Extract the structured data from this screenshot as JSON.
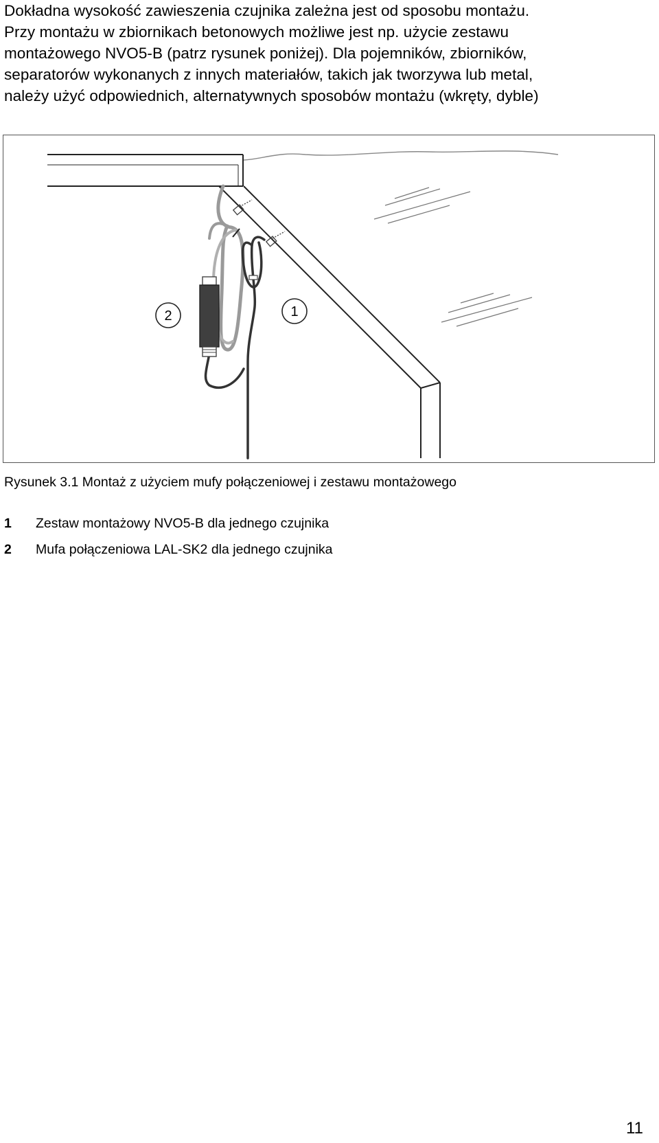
{
  "intro": {
    "lines": [
      "Dokładna wysokość zawieszenia czujnika zależna jest od sposobu montażu.",
      "Przy montażu w zbiornikach betonowych  możliwe jest np. użycie zestawu",
      "montażowego  NVO5-B (patrz rysunek poniżej). Dla pojemników, zbiorników,",
      "separatorów wykonanych z innych materiałów, takich jak tworzywa lub metal,",
      "należy użyć odpowiednich, alternatywnych sposobów montażu (wkręty, dyble)"
    ]
  },
  "figure": {
    "callouts": [
      "2",
      "1"
    ]
  },
  "caption": "Rysunek  3.1 Montaż z użyciem mufy połączeniowej i zestawu montażowego",
  "legend": [
    {
      "num": "1",
      "text": "Zestaw montażowy NVO5-B dla jednego czujnika"
    },
    {
      "num": "2",
      "text": "Mufa połączeniowa  LAL-SK2 dla jednego czujnika"
    }
  ],
  "page_number": "11"
}
